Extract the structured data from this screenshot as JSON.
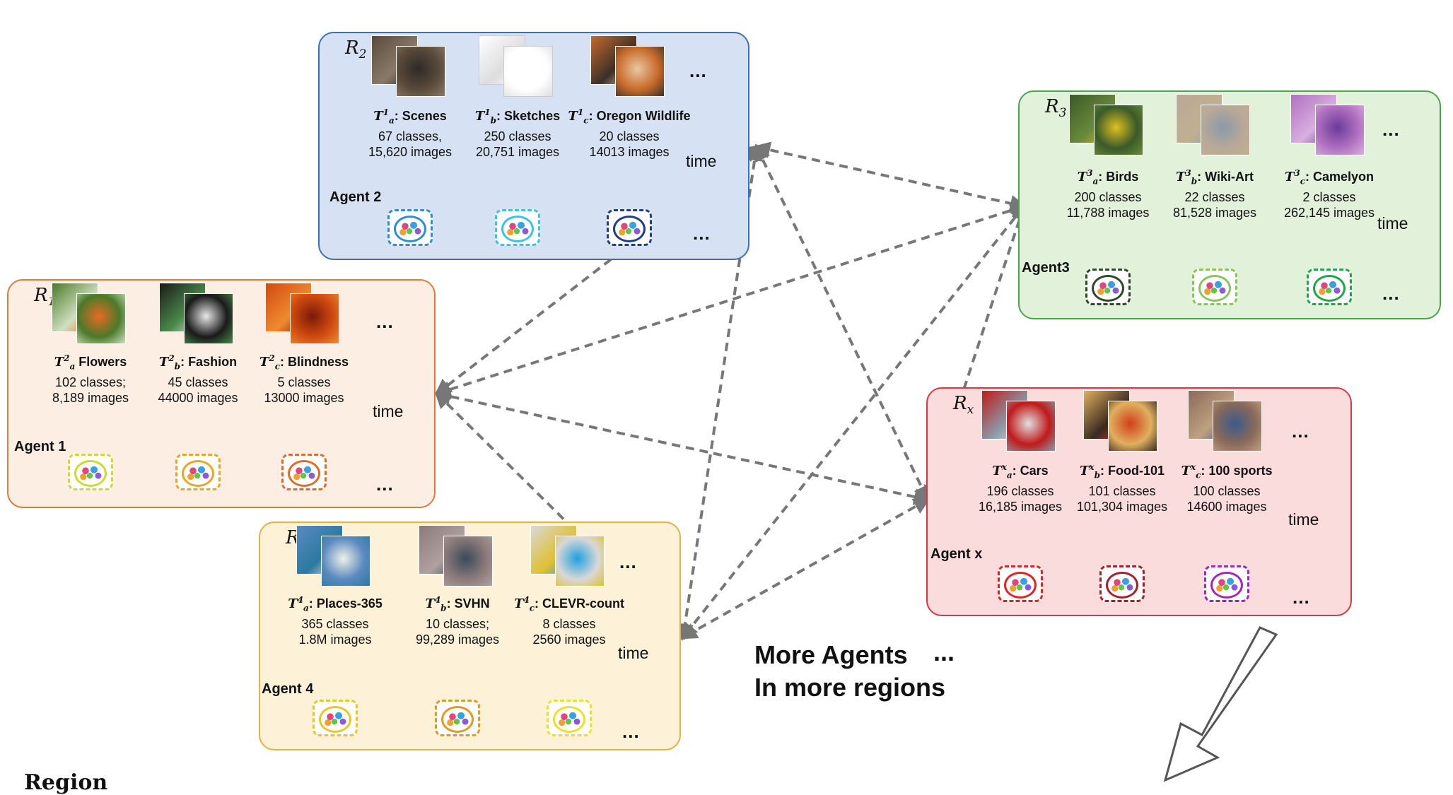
{
  "regions": {
    "r2": {
      "letter": "R",
      "sub": "2",
      "agent": "Agent 2",
      "time": "time",
      "more": "...",
      "more2": "...",
      "tasks": [
        {
          "sym": "T",
          "sup": "1",
          "sub": "a",
          "name": "Scenes",
          "line1": "67 classes,",
          "line2": "15,620 images"
        },
        {
          "sym": "T",
          "sup": "1",
          "sub": "b",
          "name": "Sketches",
          "line1": "250 classes",
          "line2": "20,751 images"
        },
        {
          "sym": "T",
          "sup": "1",
          "sub": "c",
          "name": "Oregon Wildlife",
          "line1": "20 classes",
          "line2": "14013 images"
        }
      ]
    },
    "r3": {
      "letter": "R",
      "sub": "3",
      "agent": "Agent3",
      "time": "time",
      "more": "...",
      "more2": "...",
      "tasks": [
        {
          "sym": "T",
          "sup": "3",
          "sub": "a",
          "name": "Birds",
          "line1": "200 classes",
          "line2": "11,788 images"
        },
        {
          "sym": "T",
          "sup": "3",
          "sub": "b",
          "name": "Wiki-Art",
          "line1": "22 classes",
          "line2": "81,528 images"
        },
        {
          "sym": "T",
          "sup": "3",
          "sub": "c",
          "name": "Camelyon",
          "line1": "2 classes",
          "line2": "262,145 images"
        }
      ]
    },
    "r1": {
      "letter": "R",
      "sub": "1",
      "agent": "Agent 1",
      "time": "time",
      "more": "...",
      "more2": "...",
      "tasks": [
        {
          "sym": "T",
          "sup": "2",
          "sub": "a",
          "name": "Flowers",
          "line1": "102 classes;",
          "line2": "8,189 images"
        },
        {
          "sym": "T",
          "sup": "2",
          "sub": "b",
          "name": "Fashion",
          "line1": "45 classes",
          "line2": "44000 images"
        },
        {
          "sym": "T",
          "sup": "2",
          "sub": "c",
          "name": "Blindness",
          "line1": "5 classes",
          "line2": "13000 images"
        }
      ]
    },
    "rx": {
      "letter": "R",
      "sub": "x",
      "agent": "Agent x",
      "time": "time",
      "more": "...",
      "more2": "...",
      "tasks": [
        {
          "sym": "T",
          "sup": "x",
          "sub": "a",
          "name": "Cars",
          "line1": "196 classes",
          "line2": "16,185 images"
        },
        {
          "sym": "T",
          "sup": "x",
          "sub": "b",
          "name": "Food-101",
          "line1": "101 classes",
          "line2": "101,304 images"
        },
        {
          "sym": "T",
          "sup": "x",
          "sub": "c",
          "name": "100 sports",
          "line1": "100 classes",
          "line2": "14600 images"
        }
      ]
    },
    "r4": {
      "letter": "R",
      "sub": "4",
      "agent": "Agent 4",
      "time": "time",
      "more": "...",
      "more2": "...",
      "tasks": [
        {
          "sym": "T",
          "sup": "4",
          "sub": "a",
          "name": "Places-365",
          "line1": "365 classes",
          "line2": "1.8M images"
        },
        {
          "sym": "T",
          "sup": "4",
          "sub": "b",
          "name": "SVHN",
          "line1": "10 classes;",
          "line2": "99,289 images"
        },
        {
          "sym": "T",
          "sup": "4",
          "sub": "c",
          "name": "CLEVR-count",
          "line1": "8 classes",
          "line2": "2560 images"
        }
      ]
    }
  },
  "footer": {
    "more_line1": "More Agents",
    "more_line2": "In more regions",
    "more_dots": "...",
    "region_word": "Region"
  },
  "colors": {
    "r2_fill": "#d6e2f3",
    "r2_border": "#3b6fb6",
    "r3_fill": "#e2f1da",
    "r3_border": "#49a64b",
    "r1_fill": "#fdeee4",
    "r1_border": "#e07a3c",
    "rx_fill": "#fbdcdc",
    "rx_border": "#d9363e",
    "r4_fill": "#fdf2d8",
    "r4_border": "#eab13a",
    "link": "#777777"
  }
}
